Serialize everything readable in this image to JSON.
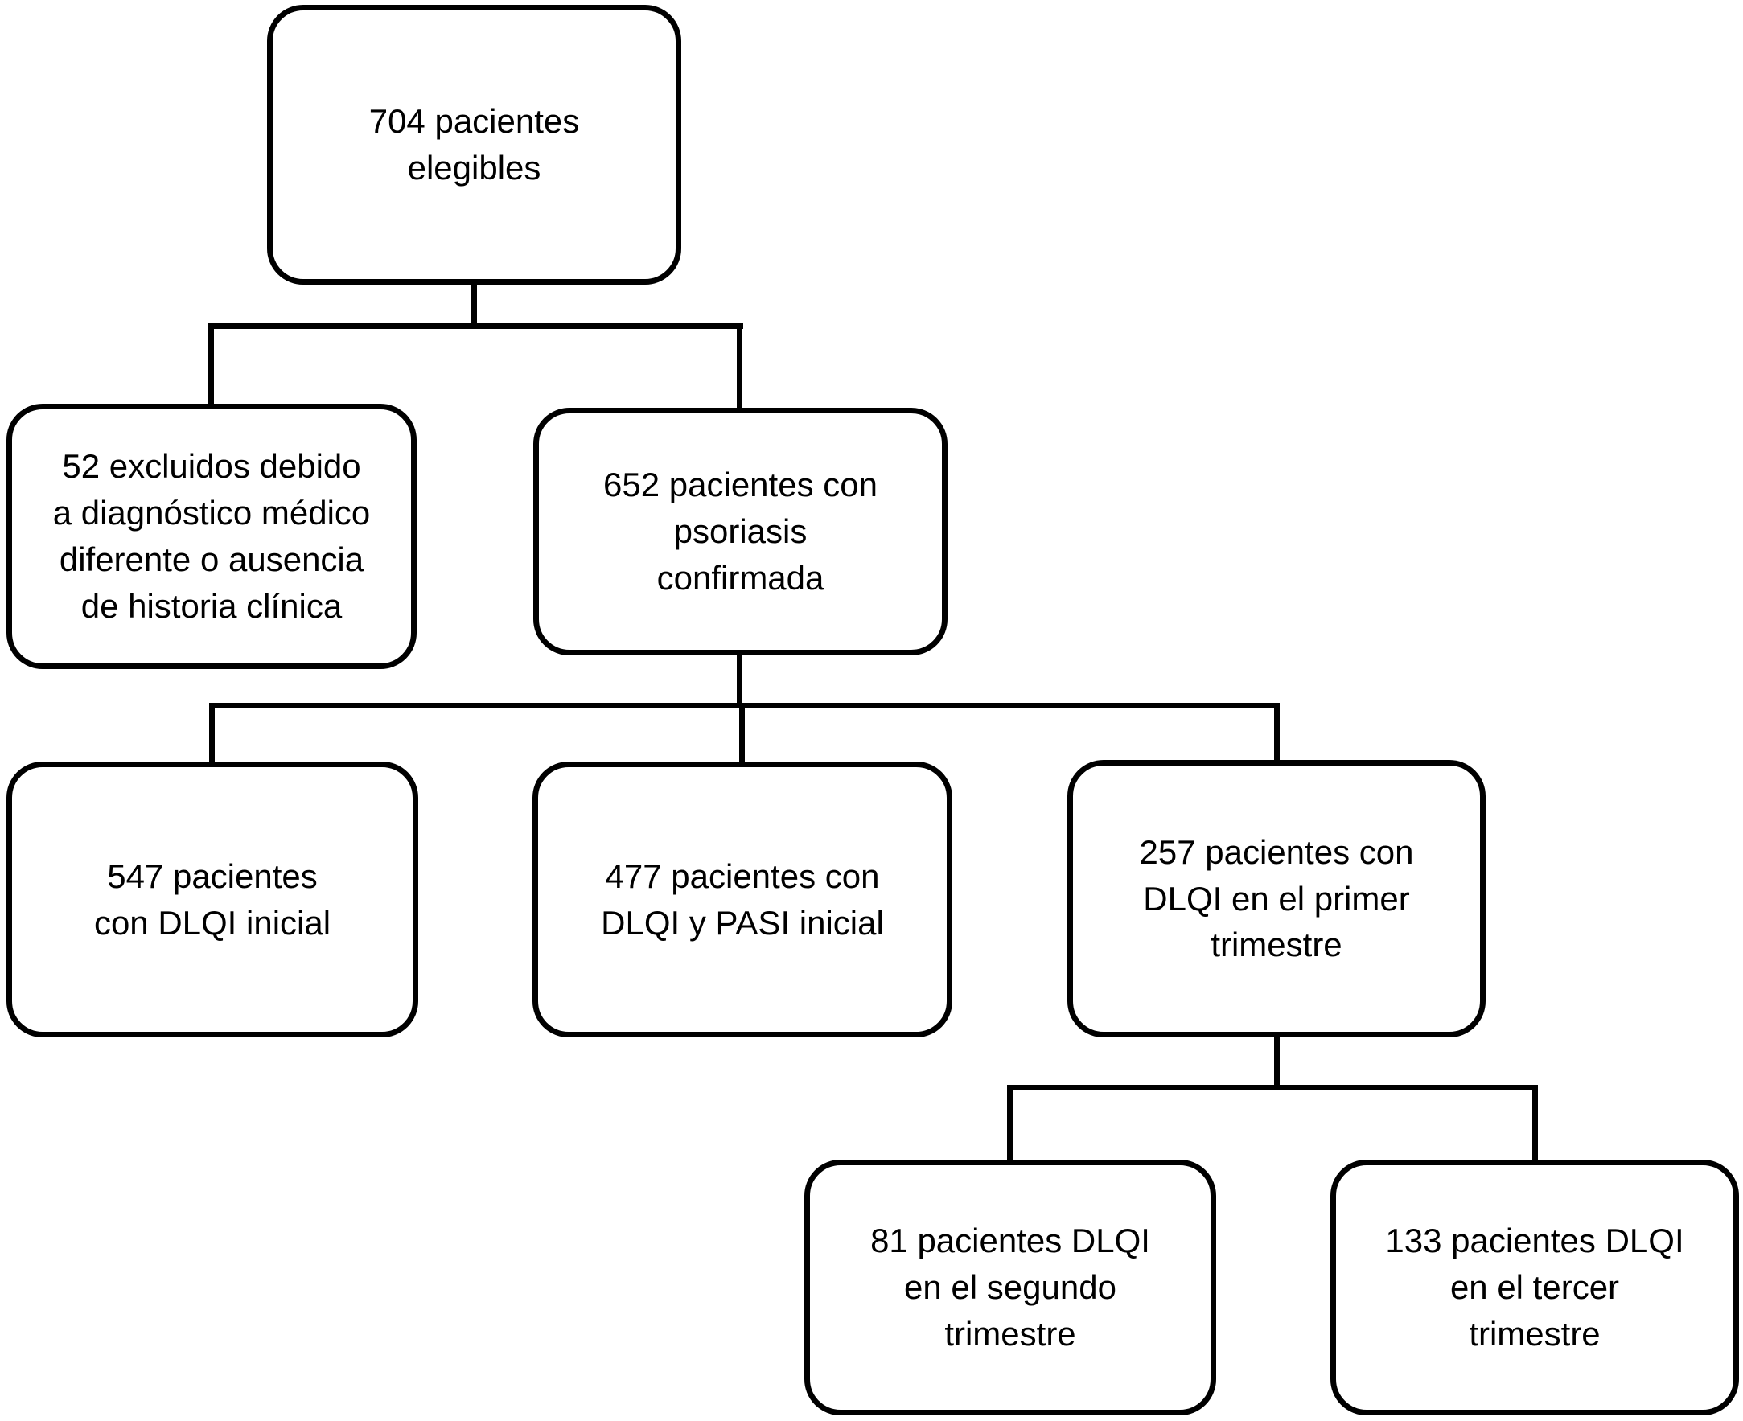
{
  "flowchart": {
    "language": "es",
    "colors": {
      "background": "#ffffff",
      "box_fill": "#ffffff",
      "box_border": "#000000",
      "text": "#000000",
      "line": "#000000"
    },
    "nodes": [
      {
        "id": "eligible",
        "value": 704,
        "label": "704 pacientes\nelegibles"
      },
      {
        "id": "excluded",
        "value": 52,
        "label": "52 excluidos debido\na diagnóstico médico\ndiferente o ausencia\nde historia clínica"
      },
      {
        "id": "psoriasis_confirmed",
        "value": 652,
        "label": "652 pacientes con\npsoriasis\nconfirmada"
      },
      {
        "id": "dlqi_initial",
        "value": 547,
        "label": "547 pacientes\ncon DLQI inicial"
      },
      {
        "id": "dlqi_pasi_initial",
        "value": 477,
        "label": "477 pacientes con\nDLQI y PASI inicial"
      },
      {
        "id": "dlqi_first_trimester",
        "value": 257,
        "label": "257 pacientes con\nDLQI en el primer\ntrimestre"
      },
      {
        "id": "dlqi_second_trimester",
        "value": 81,
        "label": "81 pacientes DLQI\nen el segundo\ntrimestre"
      },
      {
        "id": "dlqi_third_trimester",
        "value": 133,
        "label": "133 pacientes DLQI\nen el tercer\ntrimestre"
      }
    ],
    "edges": [
      {
        "from": "eligible",
        "to": "excluded"
      },
      {
        "from": "eligible",
        "to": "psoriasis_confirmed"
      },
      {
        "from": "psoriasis_confirmed",
        "to": "dlqi_initial"
      },
      {
        "from": "psoriasis_confirmed",
        "to": "dlqi_pasi_initial"
      },
      {
        "from": "psoriasis_confirmed",
        "to": "dlqi_first_trimester"
      },
      {
        "from": "dlqi_first_trimester",
        "to": "dlqi_second_trimester"
      },
      {
        "from": "dlqi_first_trimester",
        "to": "dlqi_third_trimester"
      }
    ]
  }
}
